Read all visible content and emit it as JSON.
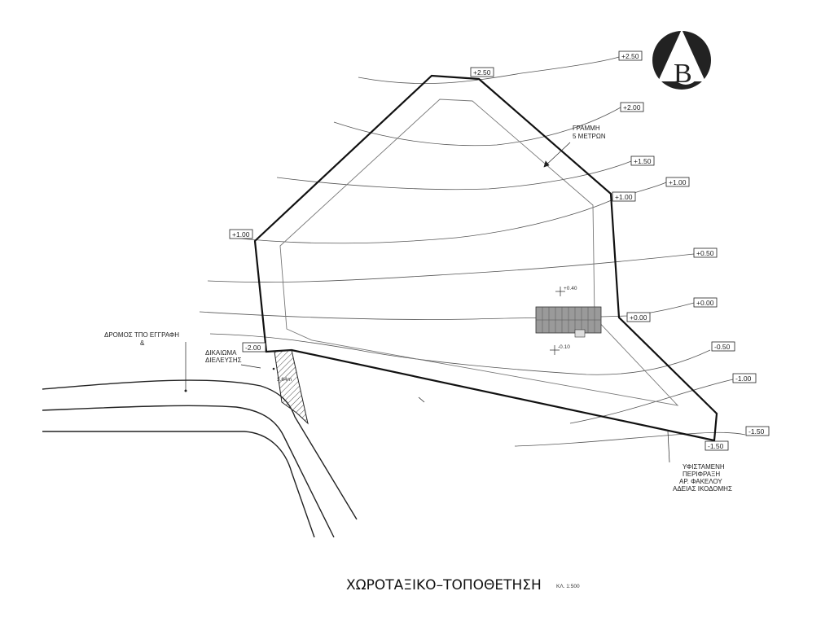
{
  "title": "ΧΩΡΟΤΑΞΙΚΟ–ΤΟΠΟΘΕΤΗΣΗ",
  "scale": "ΚΛ. 1:500",
  "compass_letter": "B",
  "labels": {
    "offset_line": [
      "ΓΡΑΜΜΗ",
      "5 ΜΕΤΡΩΝ"
    ],
    "road": [
      "ΔΡΟΜΟΣ ΤΠΟ ΕΓΓΡΑΦΗ",
      "&"
    ],
    "easement": [
      "ΔΙΚΑΙΩΜΑ",
      "ΔΙΕΛΕΥΣΗΣ"
    ],
    "easement_width": "3.64m",
    "existing": [
      "ΥΦΙΣΤΑΜΕΝΗ",
      "ΠΕΡΙΦΡΑΞΗ",
      "ΑΡ. ΦΑΚΕΛΟΥ",
      "ΑΔΕΙΑΣ ΙΚΟΔΟΜΗΣ"
    ]
  },
  "spot_levels": [
    "+0.40",
    "-0.10"
  ],
  "level_tags": [
    "+2.50",
    "+2.50",
    "+2.00",
    "+1.50",
    "+1.00",
    "+1.00",
    "+1.00",
    "+0.50",
    "+0.00",
    "+0.00",
    "-0.50",
    "-1.00",
    "-1.50",
    "-1.50",
    "-2.00"
  ]
}
